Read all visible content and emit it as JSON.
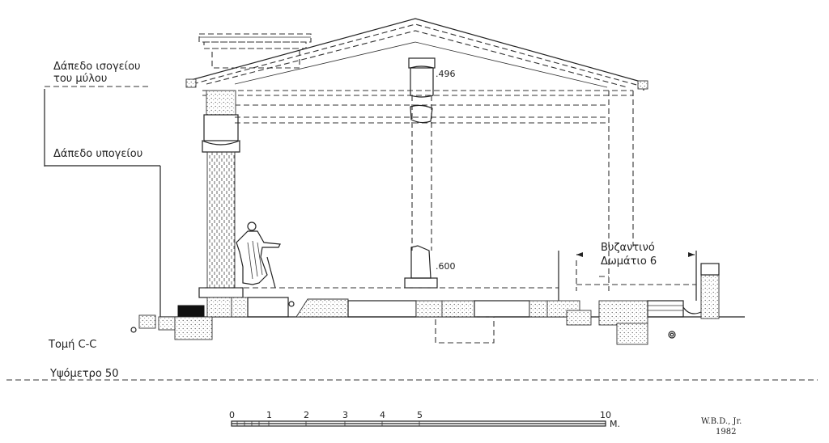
{
  "labels": {
    "floor_ground": "Δάπεδο ισογείου",
    "floor_ground_2": "του μύλου",
    "floor_basement": "Δάπεδο υπογείου",
    "section": "Τομή C-C",
    "elevation": "Υψόμετρο  50",
    "room_line1": "Βυζαντινό",
    "room_line2": "Δωμάτιο 6",
    "mark_upper": ".496",
    "mark_lower": ".600"
  },
  "scale_bar": {
    "ticks": [
      "0",
      "1",
      "2",
      "3",
      "4",
      "5",
      "10"
    ],
    "unit": "M."
  },
  "signature": {
    "name": "W.B.D., Jr.",
    "year": "1982"
  }
}
